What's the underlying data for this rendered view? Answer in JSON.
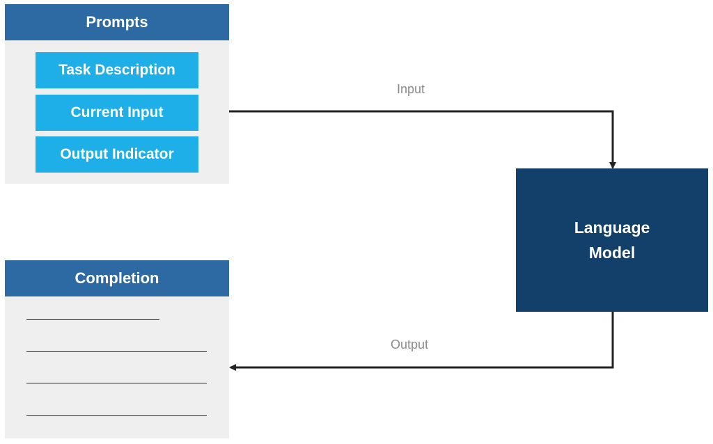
{
  "prompts": {
    "title": "Prompts",
    "items": [
      "Task Description",
      "Current Input",
      "Output Indicator"
    ]
  },
  "completion": {
    "title": "Completion"
  },
  "model": {
    "line1": "Language",
    "line2": "Model"
  },
  "flows": {
    "input_label": "Input",
    "output_label": "Output"
  },
  "colors": {
    "header": "#2d6aa3",
    "prompt_item": "#1eaee8",
    "model": "#13406a",
    "panel_bg": "#efefef",
    "arrow": "#222222",
    "flow_label": "#8a8a8a"
  }
}
